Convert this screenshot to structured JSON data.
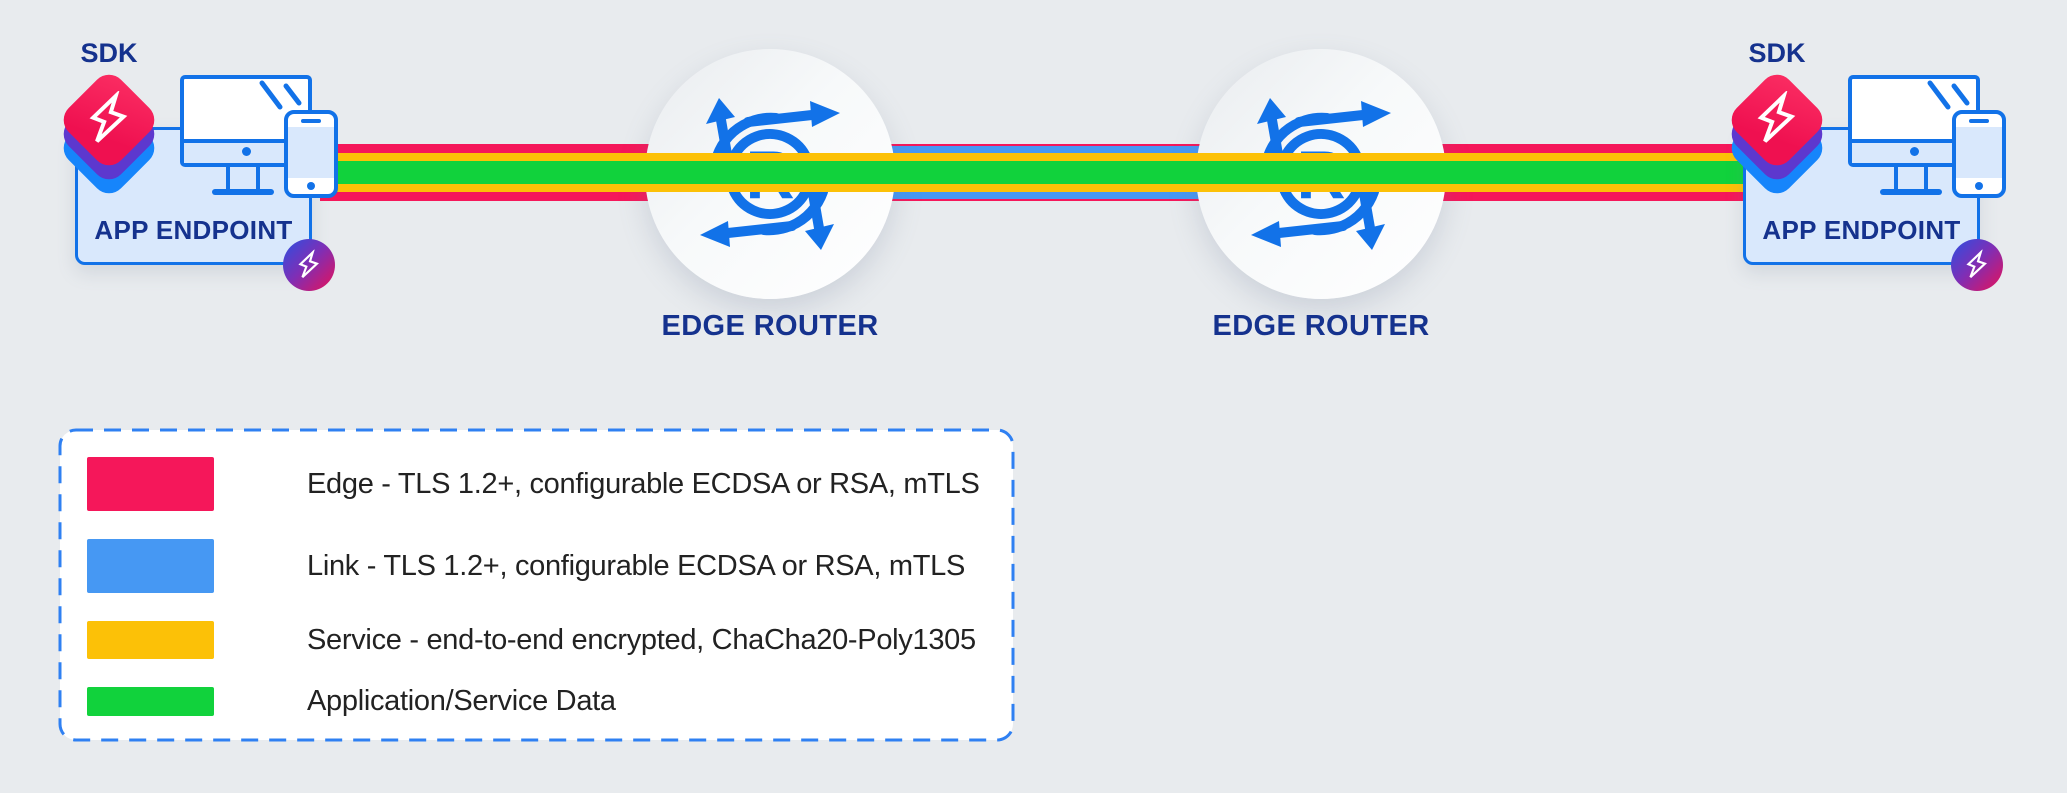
{
  "background": "#E8EBEE",
  "palette": {
    "edge_red": "#F5175A",
    "link_blue": "#4698F3",
    "service_yellow": "#FCC107",
    "data_green": "#11D23C",
    "outline_blue": "#1272E8",
    "navy_text": "#15328E",
    "endpoint_fill": "#D9E8FC",
    "legend_border_blue": "#2F80F2"
  },
  "endpoints": {
    "left": {
      "sdk_label": "SDK",
      "title": "APP ENDPOINT"
    },
    "right": {
      "sdk_label": "SDK",
      "title": "APP ENDPOINT"
    }
  },
  "routers": {
    "left": {
      "label": "EDGE ROUTER",
      "letter": "R"
    },
    "right": {
      "label": "EDGE ROUTER",
      "letter": "R"
    }
  },
  "legend": {
    "items": [
      {
        "label": "Edge - TLS 1.2+, configurable ECDSA or RSA, mTLS",
        "color": "#F5175A"
      },
      {
        "label": "Link - TLS 1.2+, configurable ECDSA or RSA, mTLS",
        "color": "#4698F3"
      },
      {
        "label": "Service - end-to-end encrypted, ChaCha20-Poly1305",
        "color": "#FCC107"
      },
      {
        "label": "Application/Service Data",
        "color": "#11D23C"
      }
    ]
  }
}
